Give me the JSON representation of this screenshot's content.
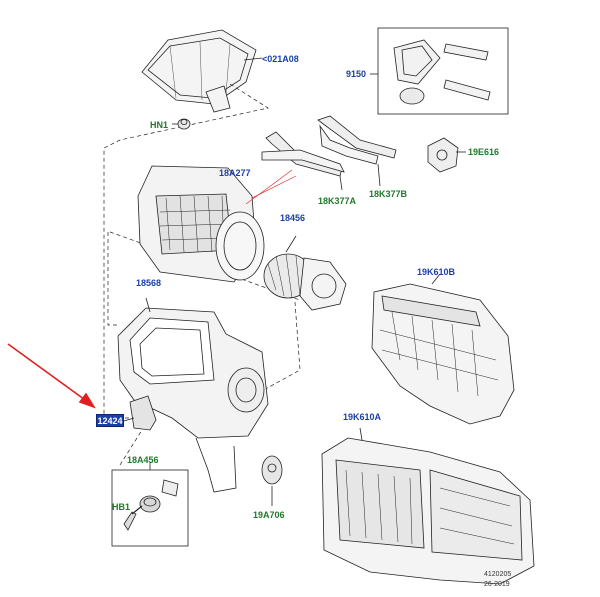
{
  "colors": {
    "part_blue": "#1a3fa6",
    "part_green": "#1f7a2a",
    "arrow_red": "#e02020",
    "highlight_bg": "#1a3fa6"
  },
  "callouts": {
    "c021A08": "<021A08",
    "c9150": "9150",
    "cHN1": "HN1",
    "c19E616": "19E616",
    "c18A277": "18A277",
    "c18K377A": "18K377A",
    "c18K377B": "18K377B",
    "c18456": "18456",
    "c19K610B": "19K610B",
    "c18568": "18568",
    "c12424": "12424",
    "c19K610A": "19K610A",
    "c18A456": "18A456",
    "cHB1": "HB1",
    "c19A706": "19A706"
  },
  "reference": {
    "code": "4120205",
    "date": "26-2019"
  },
  "highlighted_part": "c12424"
}
